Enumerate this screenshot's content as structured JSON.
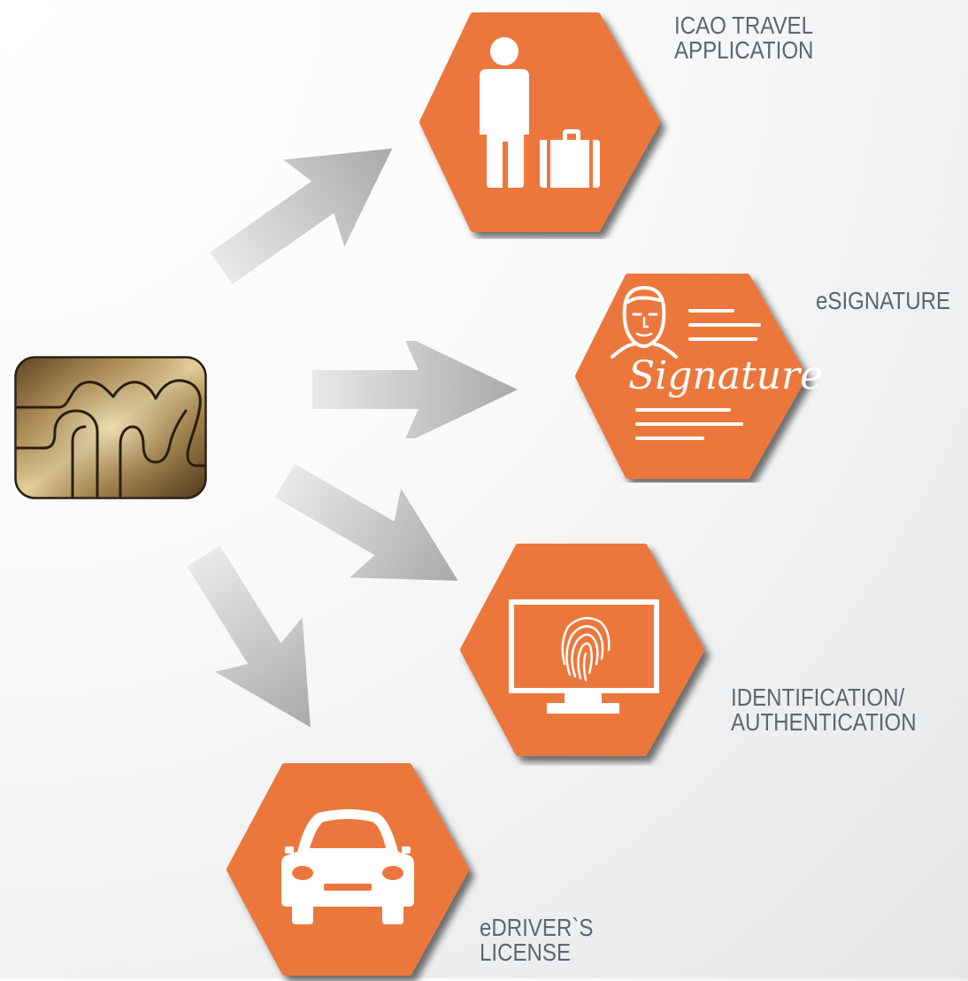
{
  "labels": {
    "travel": {
      "line1": "ICAO TRAVEL",
      "line2": "APPLICATION"
    },
    "signature": {
      "line1": "eSIGNATURE"
    },
    "identification": {
      "line1": "IDENTIFICATION/",
      "line2": "AUTHENTICATION"
    },
    "license": {
      "line1": "eDRIVER`S",
      "line2": "LICENSE"
    }
  },
  "signature_word": "Signature",
  "colors": {
    "hex_fill": "#ec773e",
    "label_text": "#5c6670",
    "arrow_light": "#e6e7e8",
    "arrow_dark": "#a9abad",
    "chip_gold": "#a07d45"
  },
  "icons": {
    "travel": "traveler-with-suitcase-icon",
    "signature": "signature-document-icon",
    "identification": "fingerprint-monitor-icon",
    "license": "car-icon",
    "source": "smart-card-chip-icon"
  }
}
